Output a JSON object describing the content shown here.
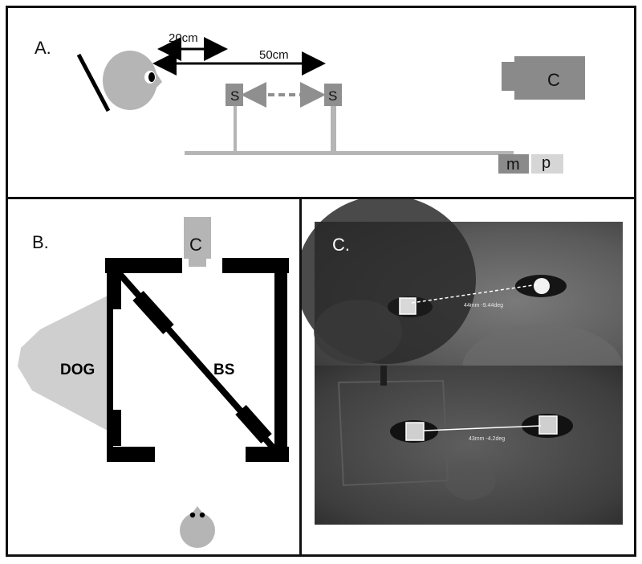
{
  "panel_a": {
    "label": "A.",
    "distance_near": "20cm",
    "distance_far": "50cm",
    "stimulus_near": "S",
    "stimulus_far": "S",
    "camera": "C",
    "box_m": "m",
    "box_p": "p"
  },
  "panel_b": {
    "label": "B.",
    "camera": "C",
    "dog_label": "DOG",
    "bs_label": "BS"
  },
  "panel_c": {
    "label": "C.",
    "top_measurement": "44mm -9.44deg",
    "bottom_measurement": "43mm -4.2deg"
  },
  "colors": {
    "border": "#111111",
    "gray_shape": "#b5b5b5",
    "dark_gray": "#8a8a8a",
    "black": "#000000"
  }
}
